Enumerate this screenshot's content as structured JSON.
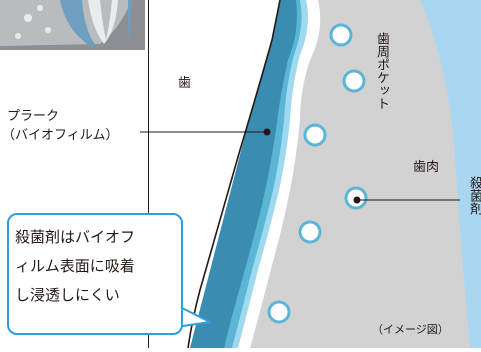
{
  "labels": {
    "tooth": "歯",
    "periodontal_pocket": "歯周ポケット",
    "plaque_line1": "プラーク",
    "plaque_line2": "（バイオフィルム）",
    "gum": "歯肉",
    "disinfectant_cut": "殺菌剤",
    "image_note": "（イメージ図）"
  },
  "callout": {
    "line1": "殺菌剤はバイオフ",
    "line2": "ィルム表面に吸着",
    "line3": "し浸透しにくい"
  },
  "colors": {
    "outer_blue": "#a9d7f2",
    "gum_gray": "#d3d2d2",
    "biofilm_dark": "#3a8db0",
    "biofilm_mid": "#5bb6d6",
    "biofilm_light": "#9fd9ef",
    "callout_border": "#2e9fd9"
  }
}
